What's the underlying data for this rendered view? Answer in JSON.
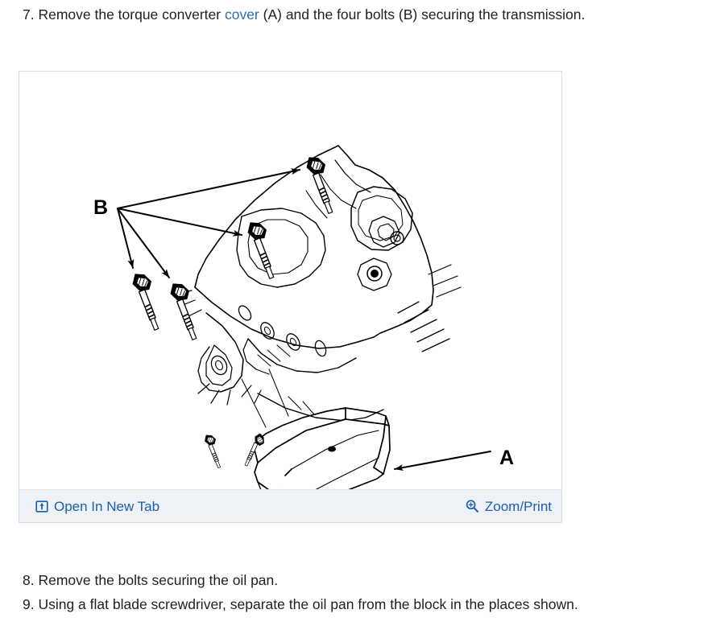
{
  "top_step": {
    "prefix": "7. Remove the torque converter ",
    "link_text": "cover",
    "suffix": " (A) and the four bolts (B) securing the transmission."
  },
  "figure": {
    "labels": {
      "a": "A",
      "b": "B"
    },
    "alt": "Exploded line drawing of a transmission showing the torque converter cover (A) and four mounting bolts (B)",
    "toolbar": {
      "open_new_tab_label": "Open In New Tab",
      "open_new_tab_icon": "open-in-new-tab-icon",
      "zoom_print_label": "Zoom/Print",
      "zoom_print_icon": "magnifier-plus-icon"
    }
  },
  "bottom_steps": [
    "8. Remove the bolts securing the oil pan.",
    "9. Using a flat blade screwdriver, separate the oil pan from the block in the places shown."
  ],
  "colors": {
    "link": "#2a6ebb",
    "toolbar_text": "#1b5fae",
    "toolbar_bg": "#eef1f5",
    "border": "#d6d9dd",
    "text": "#1f1f1f",
    "line_art": "#000000"
  }
}
